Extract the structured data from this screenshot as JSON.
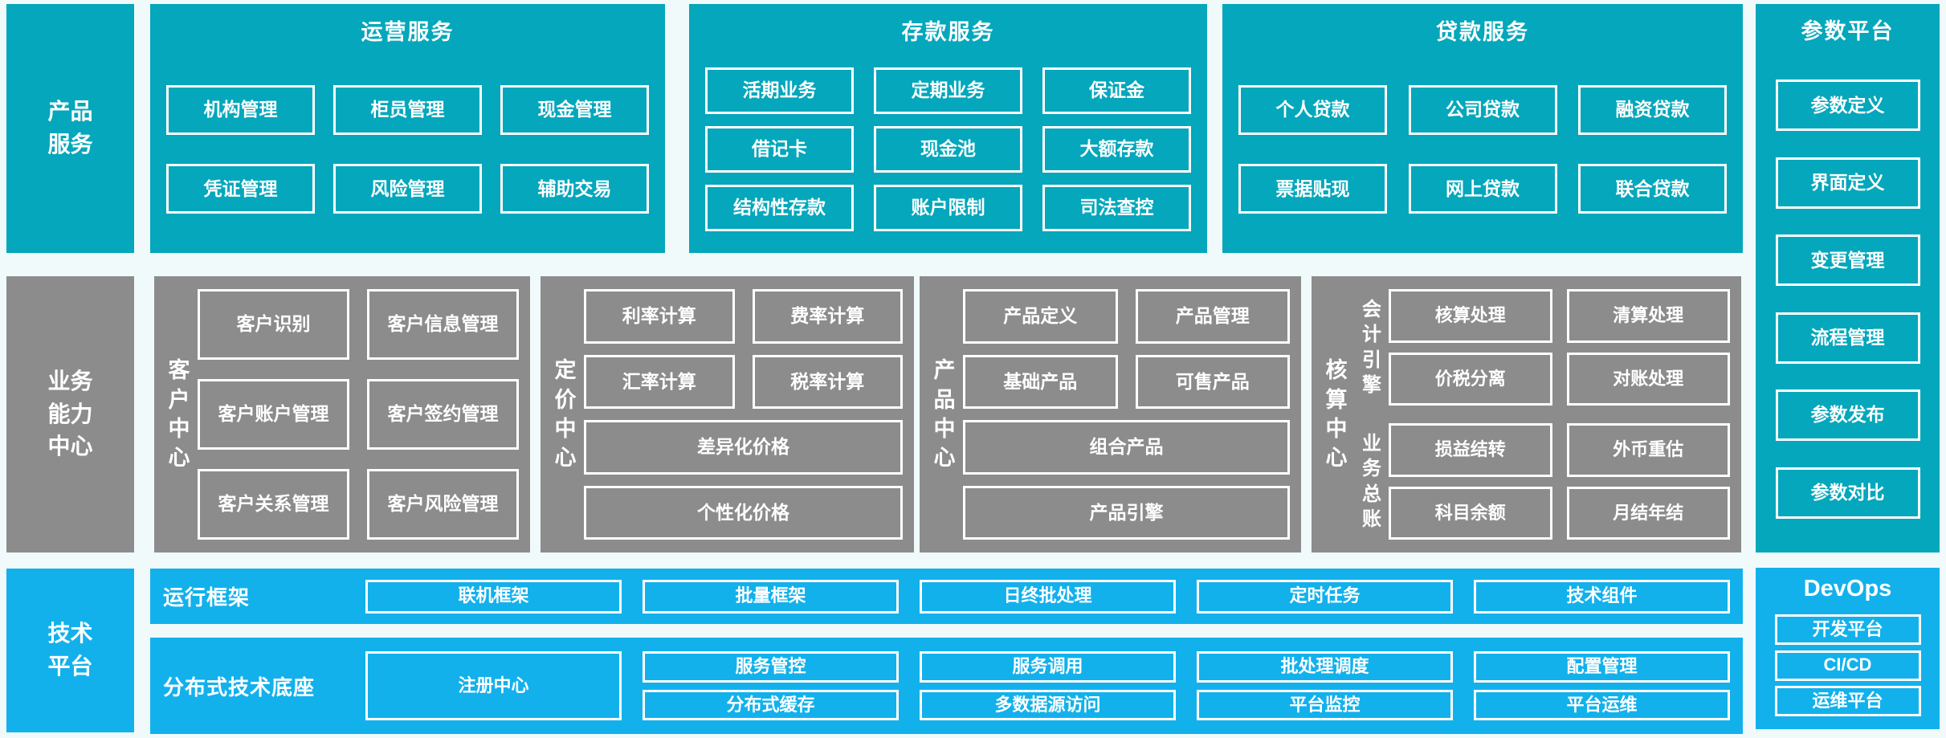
{
  "palette": {
    "teal": "#04A7BB",
    "bright_blue": "#12B1EC",
    "gray": "#8C8C8C",
    "background": "#F1FAFB",
    "box_border": "#FFFFFF"
  },
  "sidebars": {
    "product_services": "产品\n服务",
    "business_capability": "业务\n能力\n中心",
    "tech_platform": "技术\n平台"
  },
  "operation_services": {
    "title": "运营服务",
    "items": [
      "机构管理",
      "柜员管理",
      "现金管理",
      "凭证管理",
      "风险管理",
      "辅助交易"
    ]
  },
  "deposit_services": {
    "title": "存款服务",
    "items": [
      "活期业务",
      "定期业务",
      "保证金",
      "借记卡",
      "现金池",
      "大额存款",
      "结构性存款",
      "账户限制",
      "司法查控"
    ]
  },
  "loan_services": {
    "title": "贷款服务",
    "items": [
      "个人贷款",
      "公司贷款",
      "融资贷款",
      "票据贴现",
      "网上贷款",
      "联合贷款"
    ]
  },
  "parameter_platform": {
    "title": "参数平台",
    "items": [
      "参数定义",
      "界面定义",
      "变更管理",
      "流程管理",
      "参数发布",
      "参数对比"
    ]
  },
  "customer_center": {
    "label": "客\n户\n中\n心",
    "items": [
      "客户识别",
      "客户信息管理",
      "客户账户管理",
      "客户签约管理",
      "客户关系管理",
      "客户风险管理"
    ]
  },
  "pricing_center": {
    "label": "定\n价\n中\n心",
    "items": [
      "利率计算",
      "费率计算",
      "汇率计算",
      "税率计算"
    ],
    "wide_items": [
      "差异化价格",
      "个性化价格"
    ]
  },
  "product_center": {
    "label": "产\n品\n中\n心",
    "items": [
      "产品定义",
      "产品管理",
      "基础产品",
      "可售产品"
    ],
    "wide_items": [
      "组合产品",
      "产品引擎"
    ]
  },
  "accounting_center": {
    "label": "核\n算\n中\n心",
    "groups": [
      {
        "label": "会\n计\n引\n擎",
        "items": [
          "核算处理",
          "清算处理",
          "价税分离",
          "对账处理"
        ]
      },
      {
        "label": "业\n务\n总\n账",
        "items": [
          "损益结转",
          "外币重估",
          "科目余额",
          "月结年结"
        ]
      }
    ]
  },
  "runtime_framework": {
    "label": "运行框架",
    "items": [
      "联机框架",
      "批量框架",
      "日终批处理",
      "定时任务",
      "技术组件"
    ]
  },
  "distributed_base": {
    "label": "分布式技术底座",
    "registry": "注册中心",
    "top_items": [
      "服务管控",
      "服务调用",
      "批处理调度",
      "配置管理"
    ],
    "bottom_items": [
      "分布式缓存",
      "多数据源访问",
      "平台监控",
      "平台运维"
    ]
  },
  "devops": {
    "title": "DevOps",
    "items": [
      "开发平台",
      "CI/CD",
      "运维平台"
    ]
  }
}
